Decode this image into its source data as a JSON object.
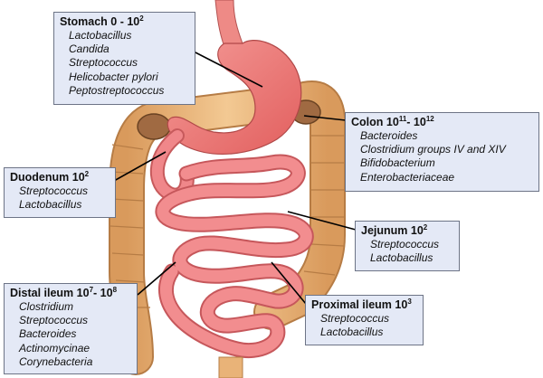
{
  "labels": {
    "stomach": {
      "name": "Stomach",
      "count": "0 - 10",
      "exp": "2",
      "organisms": [
        "Lactobacillus",
        "Candida",
        "Streptococcus",
        "Helicobacter pylori",
        "Peptostreptococcus"
      ]
    },
    "duodenum": {
      "name": "Duodenum",
      "count": "10",
      "exp": "2",
      "organisms": [
        "Streptococcus",
        "Lactobacillus"
      ]
    },
    "colon": {
      "name": "Colon",
      "count": "10",
      "exp": "11",
      "count2": "- 10",
      "exp2": "12",
      "organisms": [
        "Bacteroides",
        "Clostridium groups IV and XIV",
        "Bifidobacterium",
        "Enterobacteriaceae"
      ]
    },
    "jejunum": {
      "name": "Jejunum",
      "count": "10",
      "exp": "2",
      "organisms": [
        "Streptococcus",
        "Lactobacillus"
      ]
    },
    "distal_ileum": {
      "name": "Distal ileum",
      "count": "10",
      "exp": "7",
      "count2": "- 10",
      "exp2": "8",
      "organisms": [
        "Clostridium",
        "Streptococcus",
        "Bacteroides",
        "Actinomycinae",
        "Corynebacteria"
      ]
    },
    "proximal_ileum": {
      "name": "Proximal ileum",
      "count": "10",
      "exp": "3",
      "organisms": [
        "Streptococcus",
        "Lactobacillus"
      ]
    }
  },
  "colors": {
    "box_fill": "#e4e9f6",
    "box_border": "#6d7486",
    "stomach": "#ef7a78",
    "intestine": "#f0878a",
    "colon": "#e9b378",
    "leader": "#000000"
  }
}
